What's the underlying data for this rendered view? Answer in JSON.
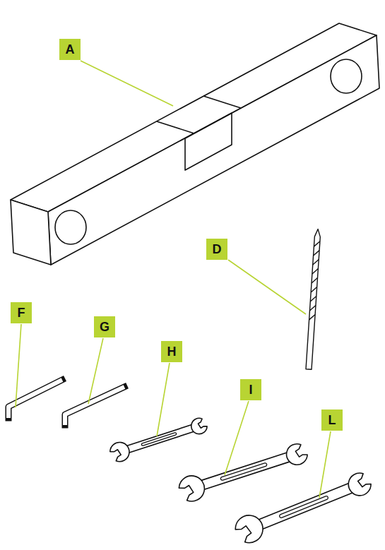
{
  "diagram": {
    "labels": [
      "A",
      "D",
      "F",
      "G",
      "H",
      "I",
      "L"
    ]
  }
}
